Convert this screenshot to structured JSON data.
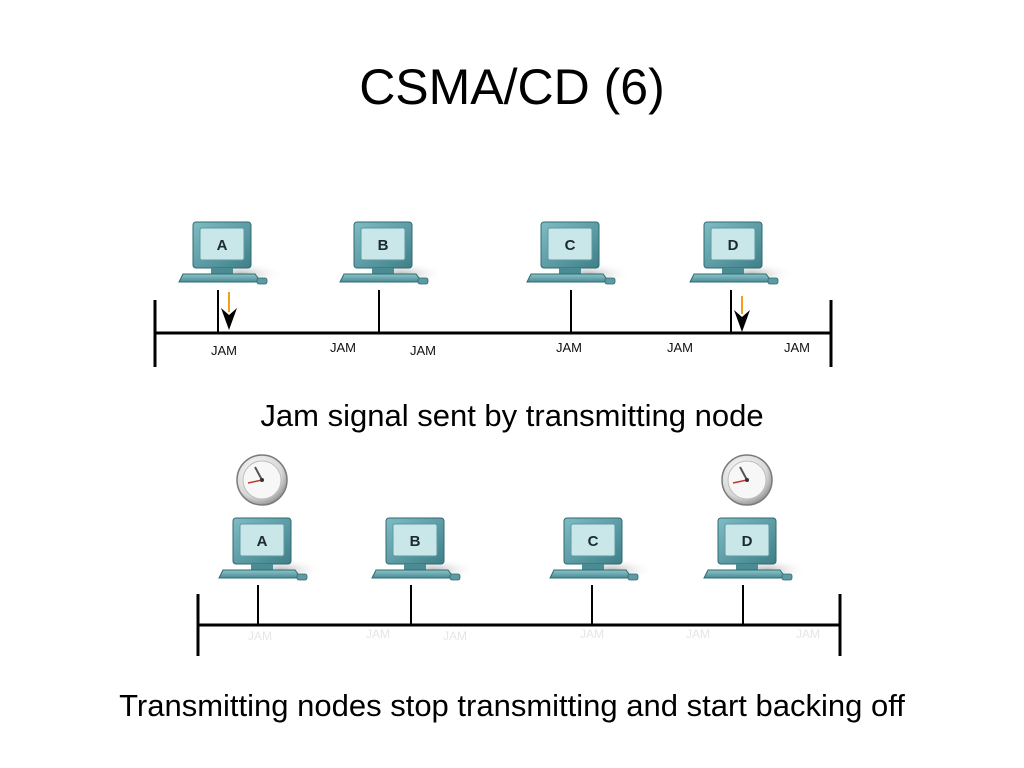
{
  "slide": {
    "title": "CSMA/CD (6)",
    "caption_top": "Jam signal sent by transmitting node",
    "caption_bottom": "Transmitting nodes stop transmitting and start backing off"
  },
  "top_diagram": {
    "nodes": [
      "A",
      "B",
      "C",
      "D"
    ],
    "jam_labels": [
      "JAM",
      "JAM",
      "JAM",
      "JAM",
      "JAM",
      "JAM"
    ],
    "transmitting_nodes": [
      "A",
      "D"
    ]
  },
  "bottom_diagram": {
    "nodes": [
      "A",
      "B",
      "C",
      "D"
    ],
    "faded_jam_labels": [
      "JAM",
      "JAM",
      "JAM",
      "JAM",
      "JAM",
      "JAM"
    ],
    "clock_nodes": [
      "A",
      "D"
    ]
  },
  "colors": {
    "monitor": "#5f9ea6",
    "screen": "#bfe0e4",
    "arrow_orange": "#f0a020",
    "line": "#000000"
  }
}
